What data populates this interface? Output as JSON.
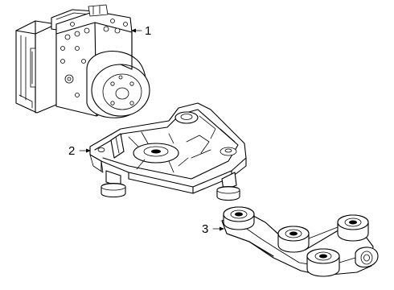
{
  "callouts": [
    {
      "id": "1",
      "label": "1"
    },
    {
      "id": "2",
      "label": "2"
    },
    {
      "id": "3",
      "label": "3"
    }
  ],
  "parts": [
    {
      "callout": "1",
      "part": "abs-modulator-assembly"
    },
    {
      "callout": "2",
      "part": "mounting-bracket"
    },
    {
      "callout": "3",
      "part": "lower-bracket"
    }
  ]
}
